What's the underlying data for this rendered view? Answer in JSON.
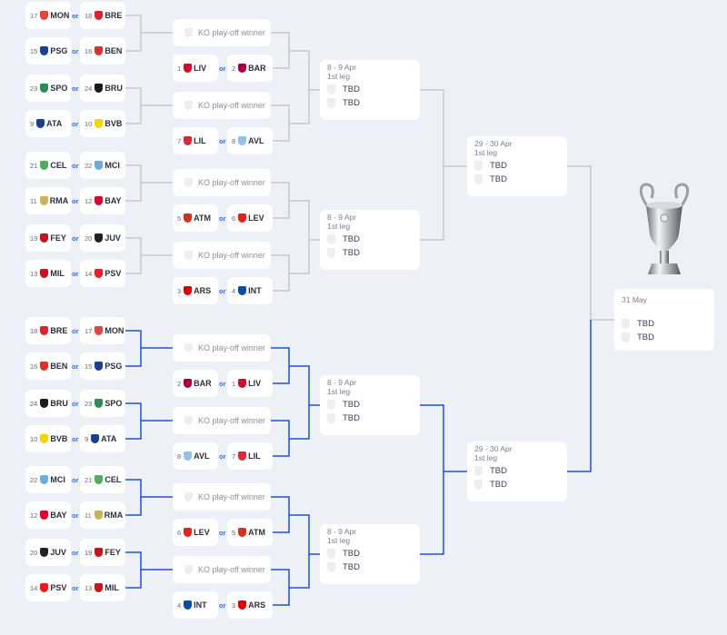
{
  "or_label": "or",
  "tbd": "TBD",
  "colors": {
    "line_top": "#c3c7d0",
    "line_bottom": "#1f4fd8"
  },
  "crests": {
    "MON": "#e1453f",
    "BRE": "#d9242a",
    "PSG": "#1c3f8f",
    "BEN": "#d8322c",
    "SPO": "#2e8b57",
    "BRU": "#1a1a1a",
    "ATA": "#1d3f8c",
    "BVB": "#f5d30a",
    "LIV": "#c8102e",
    "BAR": "#a50044",
    "LIL": "#d22c3a",
    "AVL": "#95bfe5",
    "CEL": "#4fae5e",
    "MCI": "#6cabdd",
    "RMA": "#c9b25a",
    "BAY": "#dc052d",
    "ATM": "#cb3524",
    "LEV": "#e32221",
    "FEY": "#c3161c",
    "JUV": "#222222",
    "MIL": "#c4161c",
    "PSV": "#ed1c24",
    "ARS": "#db0007",
    "INT": "#0a4ea2"
  },
  "ko_label": "KO play-off winner",
  "blocks": [
    {
      "qf": {
        "date": "8 - 9 Apr",
        "leg": "1st leg"
      },
      "slots": [
        {
          "pairs": [
            [
              {
                "seed": "17",
                "code": "MON"
              },
              {
                "seed": "18",
                "code": "BRE"
              }
            ],
            [
              {
                "seed": "15",
                "code": "PSG"
              },
              {
                "seed": "16",
                "code": "BEN"
              }
            ]
          ],
          "seeded": [
            {
              "seed": "1",
              "code": "LIV"
            },
            {
              "seed": "2",
              "code": "BAR"
            }
          ]
        },
        {
          "pairs": [
            [
              {
                "seed": "23",
                "code": "SPO"
              },
              {
                "seed": "24",
                "code": "BRU"
              }
            ],
            [
              {
                "seed": "9",
                "code": "ATA"
              },
              {
                "seed": "10",
                "code": "BVB"
              }
            ]
          ],
          "seeded": [
            {
              "seed": "7",
              "code": "LIL"
            },
            {
              "seed": "8",
              "code": "AVL"
            }
          ]
        }
      ]
    },
    {
      "qf": {
        "date": "8 - 9 Apr",
        "leg": "1st leg"
      },
      "slots": [
        {
          "pairs": [
            [
              {
                "seed": "21",
                "code": "CEL"
              },
              {
                "seed": "22",
                "code": "MCI"
              }
            ],
            [
              {
                "seed": "11",
                "code": "RMA"
              },
              {
                "seed": "12",
                "code": "BAY"
              }
            ]
          ],
          "seeded": [
            {
              "seed": "5",
              "code": "ATM"
            },
            {
              "seed": "6",
              "code": "LEV"
            }
          ]
        },
        {
          "pairs": [
            [
              {
                "seed": "19",
                "code": "FEY"
              },
              {
                "seed": "20",
                "code": "JUV"
              }
            ],
            [
              {
                "seed": "13",
                "code": "MIL"
              },
              {
                "seed": "14",
                "code": "PSV"
              }
            ]
          ],
          "seeded": [
            {
              "seed": "3",
              "code": "ARS"
            },
            {
              "seed": "4",
              "code": "INT"
            }
          ]
        }
      ]
    },
    {
      "qf": {
        "date": "8 - 9 Apr",
        "leg": "1st leg"
      },
      "slots": [
        {
          "pairs": [
            [
              {
                "seed": "18",
                "code": "BRE"
              },
              {
                "seed": "17",
                "code": "MON"
              }
            ],
            [
              {
                "seed": "16",
                "code": "BEN"
              },
              {
                "seed": "15",
                "code": "PSG"
              }
            ]
          ],
          "seeded": [
            {
              "seed": "2",
              "code": "BAR"
            },
            {
              "seed": "1",
              "code": "LIV"
            }
          ]
        },
        {
          "pairs": [
            [
              {
                "seed": "24",
                "code": "BRU"
              },
              {
                "seed": "23",
                "code": "SPO"
              }
            ],
            [
              {
                "seed": "10",
                "code": "BVB"
              },
              {
                "seed": "9",
                "code": "ATA"
              }
            ]
          ],
          "seeded": [
            {
              "seed": "8",
              "code": "AVL"
            },
            {
              "seed": "7",
              "code": "LIL"
            }
          ]
        }
      ]
    },
    {
      "qf": {
        "date": "8 - 9 Apr",
        "leg": "1st leg"
      },
      "slots": [
        {
          "pairs": [
            [
              {
                "seed": "22",
                "code": "MCI"
              },
              {
                "seed": "21",
                "code": "CEL"
              }
            ],
            [
              {
                "seed": "12",
                "code": "BAY"
              },
              {
                "seed": "11",
                "code": "RMA"
              }
            ]
          ],
          "seeded": [
            {
              "seed": "6",
              "code": "LEV"
            },
            {
              "seed": "5",
              "code": "ATM"
            }
          ]
        },
        {
          "pairs": [
            [
              {
                "seed": "20",
                "code": "JUV"
              },
              {
                "seed": "19",
                "code": "FEY"
              }
            ],
            [
              {
                "seed": "14",
                "code": "PSV"
              },
              {
                "seed": "13",
                "code": "MIL"
              }
            ]
          ],
          "seeded": [
            {
              "seed": "4",
              "code": "INT"
            },
            {
              "seed": "3",
              "code": "ARS"
            }
          ]
        }
      ]
    }
  ],
  "semis": [
    {
      "date": "29 - 30 Apr",
      "leg": "1st leg"
    },
    {
      "date": "29 - 30 Apr",
      "leg": "1st leg"
    }
  ],
  "final": {
    "date": "31 May"
  }
}
